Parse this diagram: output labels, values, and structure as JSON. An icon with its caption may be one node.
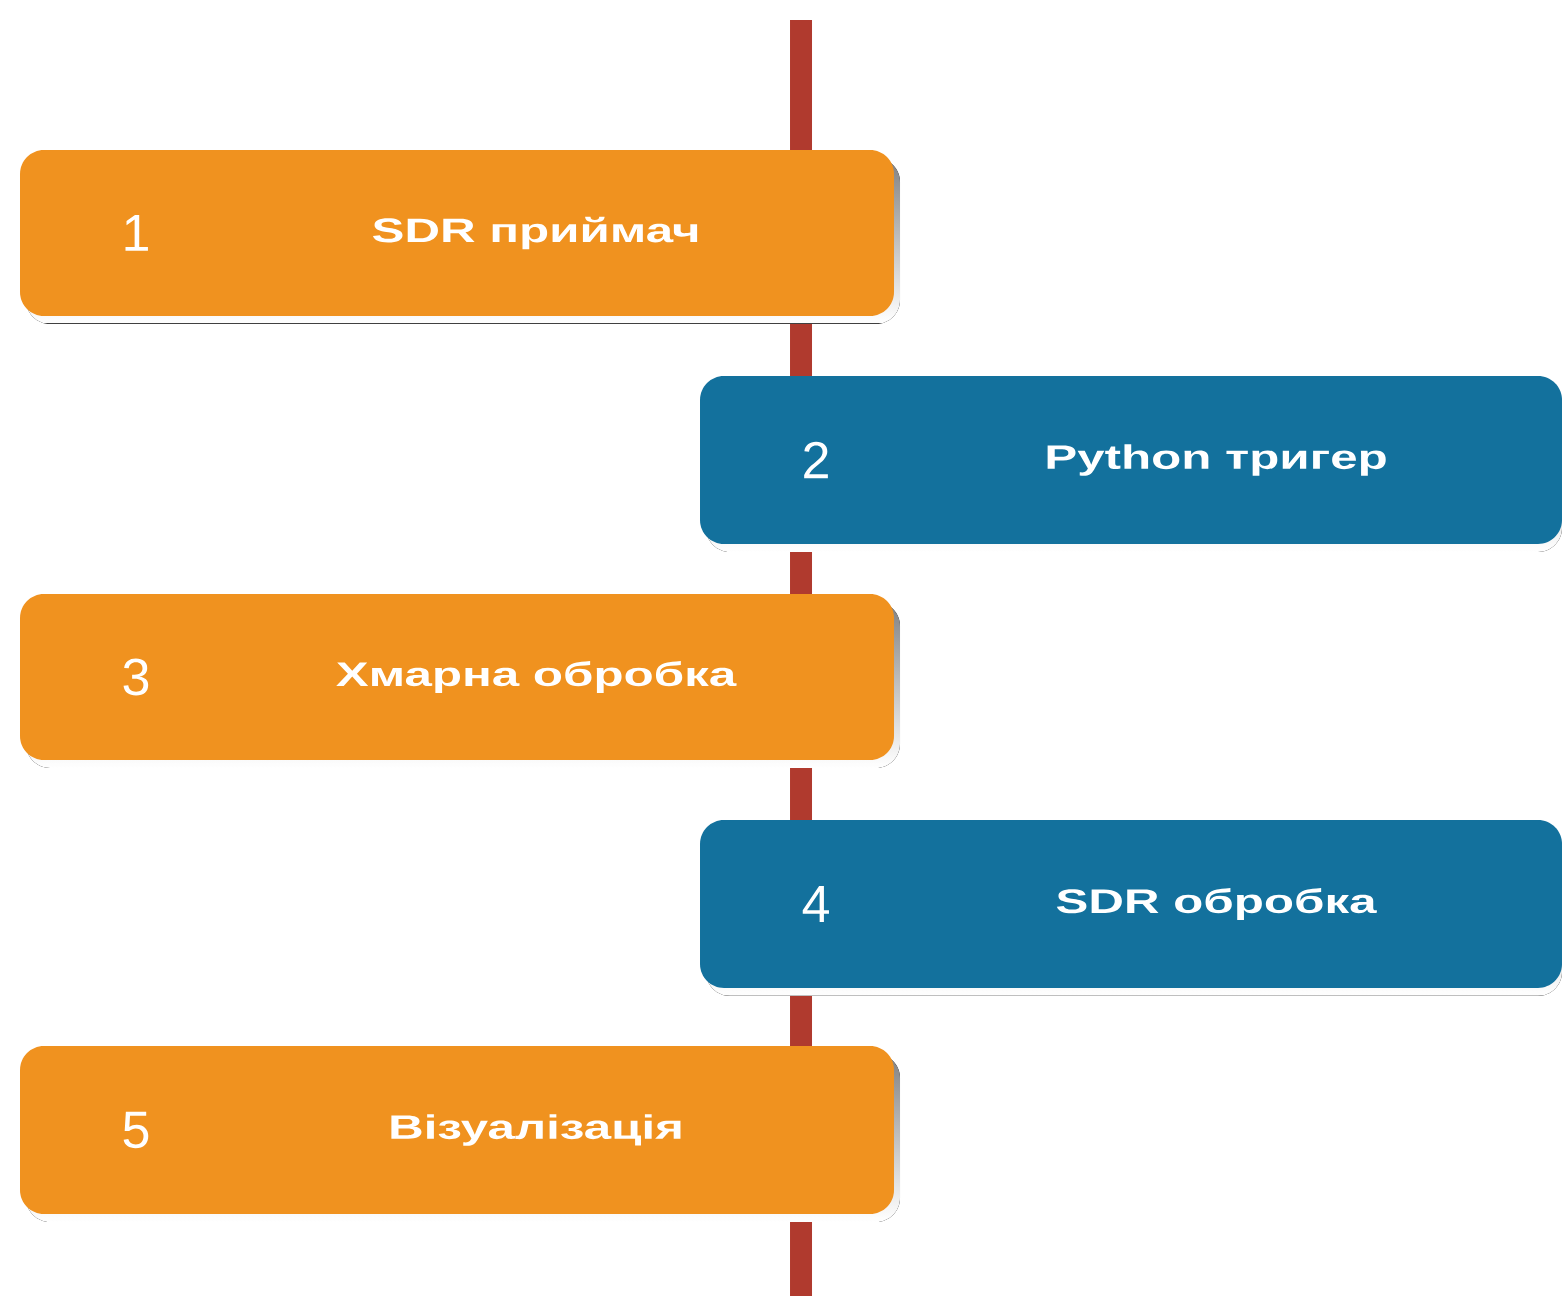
{
  "diagram": {
    "nodes": [
      {
        "text": [
          "1",
          "SDR приймач"
        ]
      },
      {
        "text": [
          "2",
          "Python тригер"
        ]
      },
      {
        "text": [
          "3",
          "Хмарна обробка"
        ]
      },
      {
        "text": [
          "4",
          "SDR обробка"
        ]
      },
      {
        "text": [
          "5",
          "Візуалізація"
        ]
      }
    ]
  }
}
